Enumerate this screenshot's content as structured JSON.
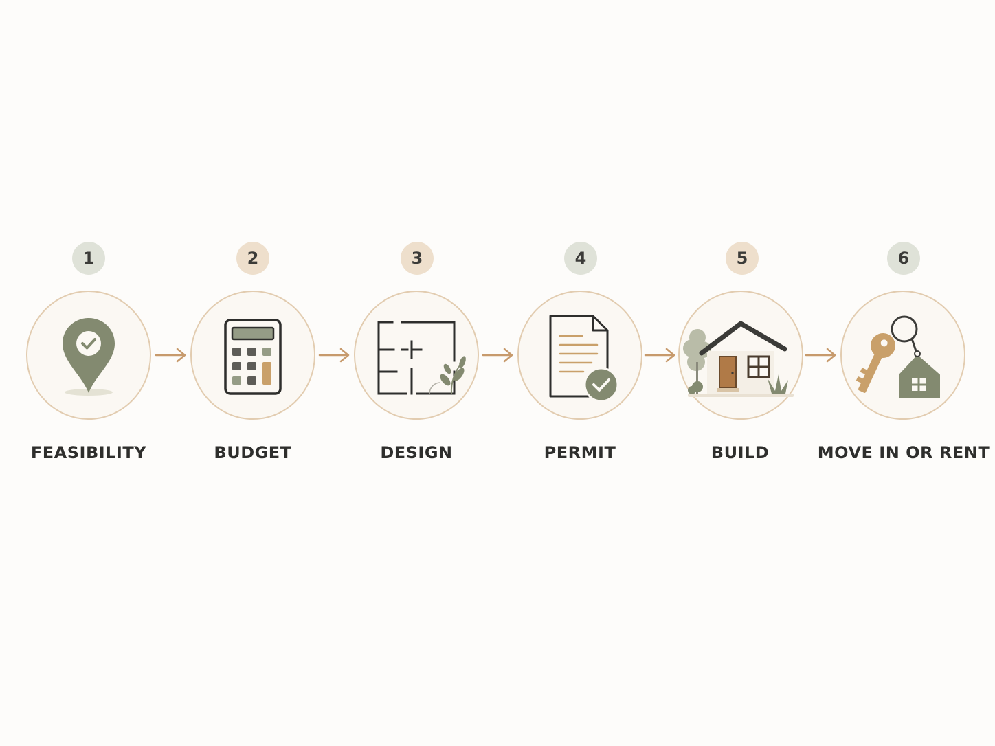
{
  "steps": [
    {
      "number": "1",
      "label": "FEASIBILITY",
      "icon": "map-pin-check-icon",
      "badge_color": "#dfe2d8"
    },
    {
      "number": "2",
      "label": "BUDGET",
      "icon": "calculator-icon",
      "badge_color": "#eedfcc"
    },
    {
      "number": "3",
      "label": "DESIGN",
      "icon": "floor-plan-icon",
      "badge_color": "#eedfcc"
    },
    {
      "number": "4",
      "label": "PERMIT",
      "icon": "document-check-icon",
      "badge_color": "#dfe2d8"
    },
    {
      "number": "5",
      "label": "BUILD",
      "icon": "house-icon",
      "badge_color": "#eedfcc"
    },
    {
      "number": "6",
      "label": "MOVE IN OR RENT",
      "icon": "key-house-icon",
      "badge_color": "#dfe2d8"
    }
  ],
  "colors": {
    "sage": "#838a70",
    "tan": "#c9a06a",
    "arrow": "#c79a6c",
    "ink": "#2e2e2c"
  }
}
